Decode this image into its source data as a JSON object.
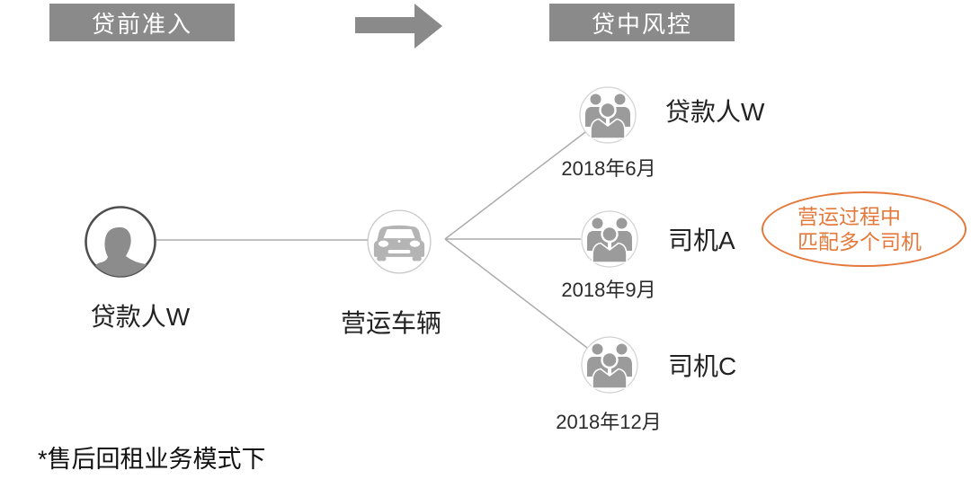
{
  "stages": {
    "pre_loan": "贷前准入",
    "in_loan": "贷中风控"
  },
  "borrower_node": {
    "label": "贷款人W"
  },
  "vehicle_node": {
    "label": "营运车辆"
  },
  "timeline_nodes": [
    {
      "label": "贷款人W",
      "date": "2018年6月"
    },
    {
      "label": "司机A",
      "date": "2018年9月"
    },
    {
      "label": "司机C",
      "date": "2018年12月"
    }
  ],
  "callout": {
    "line1": "营运过程中",
    "line2": "匹配多个司机"
  },
  "footnote": "*售后回租业务模式下",
  "colors": {
    "stage_gray": "#8a8a8a",
    "connector_gray": "#ababab",
    "icon_gray": "#9b9b9b",
    "car_gray": "#b4b4b4",
    "person_silhouette_gray": "#8c8c8c",
    "callout_orange": "#e5793b"
  }
}
